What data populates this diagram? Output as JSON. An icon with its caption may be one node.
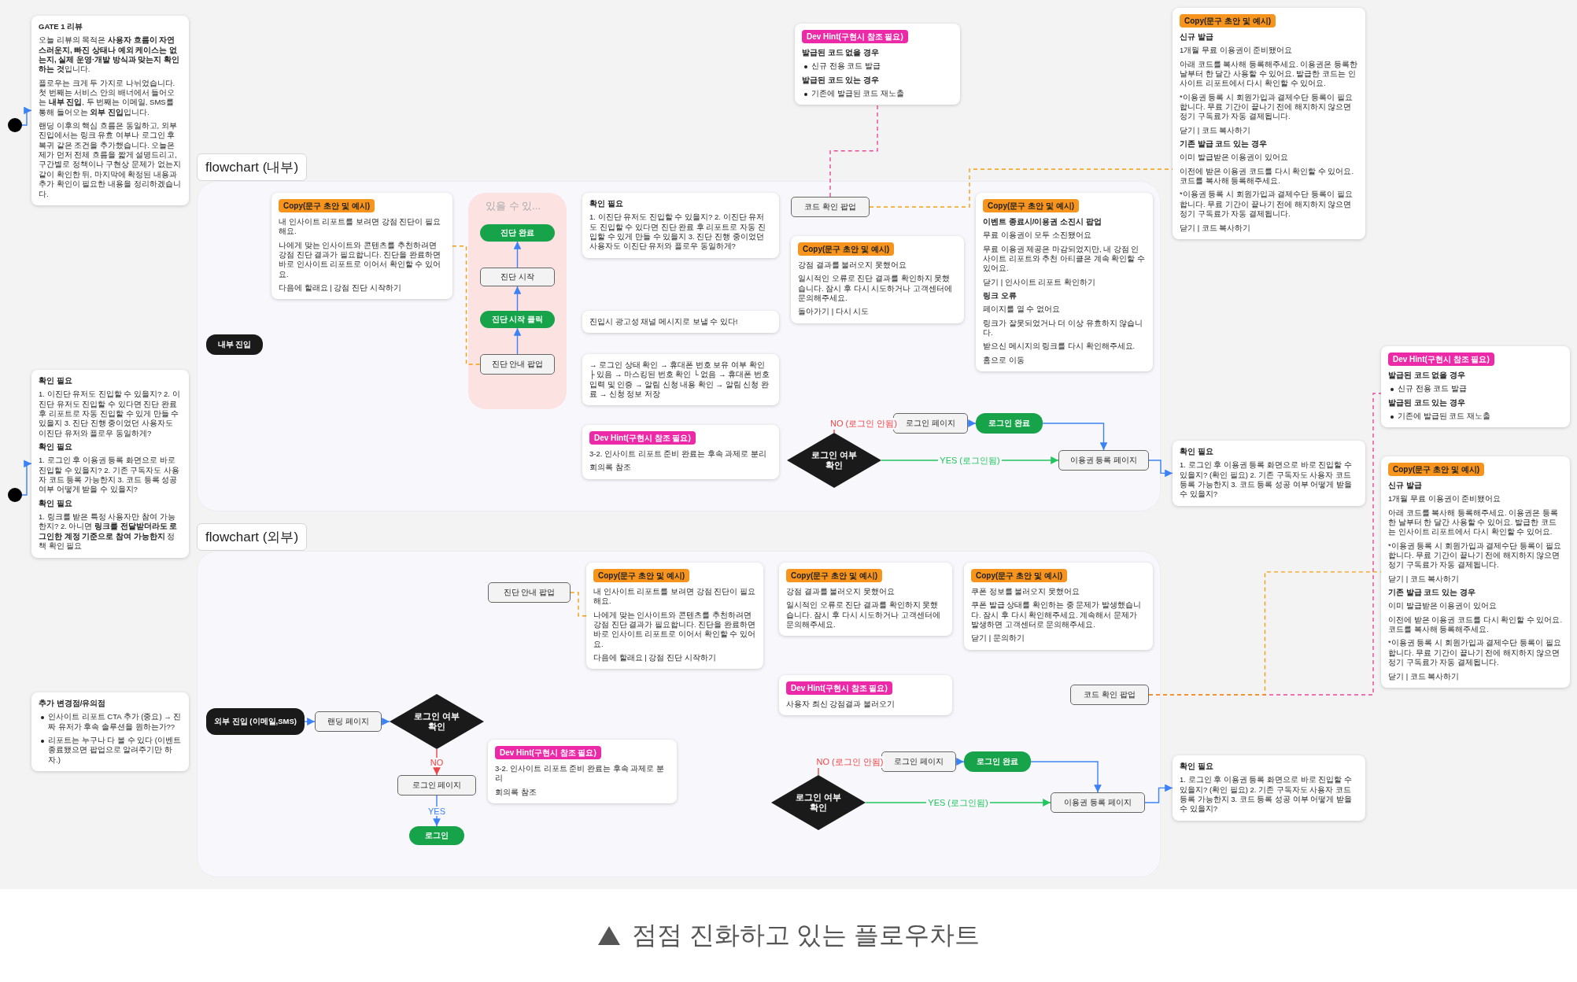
{
  "diagram": {
    "caption": "점점 진화하고 있는 플로우차트",
    "nodes": [
      {
        "text": [
          "GATE 1 리뷰",
          "오늘 리뷰의 목적은 **사용자 흐름이 자연스러운지, 빠진 상태나 예외 케이스는 없는지, 실제 운영·개발 방식과 맞는지 확인하는 것**입니다.",
          "플로우는 크게 두 가지로 나뉘었습니다. 첫 번째는 서비스 안의 배너에서 들어오는 **내부 진입**, 두 번째는 이메일, SMS를 통해 들어오는 **외부 진입**입니다.",
          "랜딩 이후의 핵심 흐름은 동일하고, 외부 진입에서는 링크 유효 여부나 로그인 후 복귀 같은 조건을 추가했습니다. 오늘은 제가 먼저 전체 흐름을 짧게 설명드리고, 구간별로 정책이나 구현상 문제가 없는지 같이 확인한 뒤, 마지막에 확정된 내용과 추가 확인이 필요한 내용을 정리하겠습니다."
        ]
      },
      {
        "text": [],
        "shape": "circle"
      },
      {
        "text": [
          "flowchart (내부)"
        ]
      },
      {
        "text": [
          "있을 수 있..."
        ],
        "in": 2
      },
      {
        "text": [
          "진단 완료"
        ],
        "in": 3
      },
      {
        "text": [
          "진단 시작"
        ],
        "in": 3
      },
      {
        "text": [
          "진단 시작 클릭"
        ],
        "in": 3
      },
      {
        "text": [
          "진단 안내 팝업"
        ],
        "in": 3
      },
      {
        "text": [
          "내부 진입"
        ],
        "in": 2
      },
      {
        "text": [
          "Copy(문구 초안 및 예시)",
          "내 인사이트 리포트를 보려면 강점 진단이 필요해요.",
          "나에게 맞는 인사이트와 콘텐츠를 추천하려면 강점 진단 결과가 필요합니다. 진단을 완료하면 바로 인사이트 리포트로 이어서 확인할 수 있어요.",
          "다음에 할래요 | 강점 진단 시작하기"
        ],
        "in": 2
      },
      {
        "text": [
          "확인 필요",
          "1. 이진단 유저도 진입할 수 있을지? 2. 이진단 유저도 진입할 수 있다면 진단 완료 후 리포트로 자동 진입할 수 있게 만들 수 있을지 3. 진단 진행 중이었던 사용자도 이진단 유저와 플로우 동일하게?"
        ],
        "in": 2
      },
      {
        "text": [
          "진입시 광고성 채널 메시지로 보낼 수 있다!"
        ],
        "in": 2
      },
      {
        "text": [
          "→ 로그인 상태 확인 → 휴대폰 번호 보유 여부 확인 ├ 있음 → 마스킹된 번호 확인 └ 없음 → 휴대폰 번호 입력 및 인증 → 알림 신청 내용 확인 → 알림 신청 완료 → 신청 정보 저장"
        ],
        "in": 2
      },
      {
        "text": [
          "Dev Hint(구현시 참조 필요)",
          "3-2. 인사이트 리포트 준비 완료는 후속 과제로 분리",
          "회의록 참조"
        ],
        "in": 2
      },
      {
        "text": [
          "Copy(문구 초안 및 예시)",
          "강점 결과를 불러오지 못했어요",
          "일시적인 오류로 진단 결과를 확인하지 못했습니다. 잠시 후 다시 시도하거나 고객센터에 문의해주세요.",
          "돌아가기 | 다시 시도"
        ],
        "in": 2
      },
      {
        "text": [
          "Copy(문구 초안 및 예시)",
          "이벤트 종료시/이용권 소진시 팝업",
          "무료 이용권이 모두 소진됐어요",
          "무료 이용권 제공은 마감되었지만, 내 강점 인사이트 리포트와 추천 아티클은 계속 확인할 수 있어요.",
          "닫기 | 인사이트 리포트 확인하기",
          "링크 오류",
          "페이지를 열 수 없어요",
          "링크가 잘못되었거나 더 이상 유효하지 않습니다.",
          "받으신 메시지의 링크를 다시 확인해주세요.",
          "홈으로 이동"
        ],
        "in": 2
      },
      {
        "text": [
          "코드 확인 팝업"
        ],
        "in": 2
      },
      {
        "text": [
          "Dev Hint(구현시 참조 필요)",
          "발급된 코드 없을 경우",
          "신규 전용 코드 발급",
          "발급된 코드 있는 경우",
          "기존에 발급된 코드 재노출"
        ]
      },
      {
        "text": [
          "Copy(문구 초안 및 예시)",
          "신규 발급",
          "1개월 무료 이용권이 준비됐어요",
          "아래 코드를 복사해 등록해주세요. 이용권은 등록한 날부터 한 달간 사용할 수 있어요. 발급한 코드는 인사이트 리포트에서 다시 확인할 수 있어요.",
          "*이용권 등록 시 회원가입과 결제수단 등록이 필요합니다. 무료 기간이 끝나기 전에 해지하지 않으면 정기 구독료가 자동 결제됩니다.",
          "닫기 | 코드 복사하기",
          "기존 발급 코드 있는 경우",
          "이미 발급받은 이용권이 있어요",
          "이전에 받은 이용권 코드를 다시 확인할 수 있어요. 코드를 복사해 등록해주세요.",
          "*이용권 등록 시 회원가입과 결제수단 등록이 필요합니다. 무료 기간이 끝나기 전에 해지하지 않으면 정기 구독료가 자동 결제됩니다.",
          "닫기 | 코드 복사하기"
        ]
      },
      {
        "text": [
          "로그인 여부 확인"
        ],
        "in": 2
      },
      {
        "text": [
          "로그인 페이지"
        ],
        "in": 2
      },
      {
        "text": [
          "로그인 완료"
        ],
        "in": 2
      },
      {
        "text": [
          "이용권 등록 페이지"
        ],
        "in": 2
      },
      {
        "text": [
          "확인 필요",
          "1. 로그인 후 이용권 등록 화면으로 바로 진입할 수 있을지? (확인 필요) 2. 기존 구독자도 사용자 코드 등록 가능한지 3. 코드 등록 성공 여부 어떻게 받을 수 있을지?"
        ]
      },
      {
        "text": [
          "flowchart (외부)"
        ]
      },
      {
        "text": [
          "외부 진입 (이메일,SMS)"
        ],
        "in": 24
      },
      {
        "text": [
          "랜딩 페이지"
        ],
        "in": 24
      },
      {
        "text": [
          "로그인 여부 확인"
        ],
        "in": 24
      },
      {
        "text": [
          "로그인 페이지"
        ],
        "in": 24
      },
      {
        "text": [
          "로그인"
        ],
        "in": 24
      },
      {
        "text": [
          "진단 안내 팝업"
        ],
        "in": 24
      },
      {
        "text": [
          "Dev Hint(구현시 참조 필요)",
          "3-2. 인사이트 리포트 준비 완료는 후속 과제로 분리",
          "회의록 참조"
        ],
        "in": 24
      },
      {
        "text": [
          "Copy(문구 초안 및 예시)",
          "내 인사이트 리포트를 보려면 강점 진단이 필요해요.",
          "나에게 맞는 인사이트와 콘텐츠를 추천하려면 강점 진단 결과가 필요합니다. 진단을 완료하면 바로 인사이트 리포트로 이어서 확인할 수 있어요.",
          "다음에 할래요 | 강점 진단 시작하기"
        ],
        "in": 24
      },
      {
        "text": [
          "Copy(문구 초안 및 예시)",
          "강점 결과를 불러오지 못했어요",
          "일시적인 오류로 진단 결과를 확인하지 못했습니다. 잠시 후 다시 시도하거나 고객센터에 문의해주세요."
        ],
        "in": 24
      },
      {
        "text": [
          "Dev Hint(구현시 참조 필요)",
          "사용자 최신 강점결과 불러오기"
        ],
        "in": 24
      },
      {
        "text": [
          "Copy(문구 초안 및 예시)",
          "쿠폰 정보를 불러오지 못했어요",
          "쿠폰 발급 상태를 확인하는 중 문제가 발생했습니다. 잠시 후 다시 확인해주세요. 계속해서 문제가 발생하면 고객센터로 문의해주세요.",
          "닫기 | 문의하기"
        ],
        "in": 24
      },
      {
        "text": [
          "코드 확인 팝업"
        ],
        "in": 24
      },
      {
        "text": [
          "Dev Hint(구현시 참조 필요)",
          "발급된 코드 없을 경우",
          "신규 전용 코드 발급",
          "발급된 코드 있는 경우",
          "기존에 발급된 코드 재노출"
        ]
      },
      {
        "text": [
          "Copy(문구 초안 및 예시)",
          "신규 발급",
          "1개월 무료 이용권이 준비됐어요",
          "아래 코드를 복사해 등록해주세요. 이용권은 등록한 날부터 한 달간 사용할 수 있어요. 발급한 코드는 인사이트 리포트에서 다시 확인할 수 있어요.",
          "*이용권 등록 시 회원가입과 결제수단 등록이 필요합니다. 무료 기간이 끝나기 전에 해지하지 않으면 정기 구독료가 자동 결제됩니다.",
          "닫기 | 코드 복사하기",
          "기존 발급 코드 있는 경우",
          "이미 발급받은 이용권이 있어요",
          "이전에 받은 이용권 코드를 다시 확인할 수 있어요. 코드를 복사해 등록해주세요.",
          "*이용권 등록 시 회원가입과 결제수단 등록이 필요합니다. 무료 기간이 끝나기 전에 해지하지 않으면 정기 구독료가 자동 결제됩니다.",
          "닫기 | 코드 복사하기"
        ]
      },
      {
        "text": [
          "로그인 여부 확인"
        ],
        "in": 24
      },
      {
        "text": [
          "로그인 페이지"
        ],
        "in": 24
      },
      {
        "text": [
          "로그인 완료"
        ],
        "in": 24
      },
      {
        "text": [
          "이용권 등록 페이지"
        ],
        "in": 24
      },
      {
        "text": [
          "확인 필요",
          "1. 로그인 후 이용권 등록 화면으로 바로 진입할 수 있을지? (확인 필요) 2. 기존 구독자도 사용자 코드 등록 가능한지 3. 코드 등록 성공 여부 어떻게 받을 수 있을지?"
        ]
      },
      {
        "text": [],
        "shape": "circle"
      },
      {
        "text": [
          "확인 필요",
          "1. 이진단 유저도 진입할 수 있을지? 2. 이진단 유저도 진입할 수 있다면 진단 완료 후 리포트로 자동 진입할 수 있게 만들 수 있을지 3. 진단 진행 중이었던 사용자도 이진단 유저와 플로우 동일하게?",
          "확인 필요",
          "1. 로그인 후 이용권 등록 화면으로 바로 진입할 수 있을지? 2. 기존 구독자도 사용자 코드 등록 가능한지 3. 코드 등록 성공 여부 어떻게 받을 수 있을지?",
          "확인 필요",
          "1. 링크를 받은 특정 사용자만 참여 가능한지? 2. 아니면 **링크를 전달받더라도 로그인한 계정 기준으로 참여 가능한지** 정책 확인 필요"
        ]
      },
      {
        "text": [
          "추가 변경점/유의점",
          "인사이트 리포트 CTA 추가 (중요) → 진짜 유저가 후속 솔루션을 원하는가??",
          "리포트는 누구나 다 볼 수 있다 (이벤트 종료됐으면 팝업으로 알려주기만 하자.)"
        ]
      }
    ],
    "edges": [
      {
        "from": 1,
        "to": 0,
        "arrow": "to"
      },
      {
        "from": 7,
        "to": 6,
        "arrow": "to"
      },
      {
        "from": 6,
        "to": 5,
        "arrow": "to"
      },
      {
        "from": 5,
        "to": 4,
        "arrow": "to"
      },
      {
        "from": 9,
        "to": 7,
        "arrow": "none",
        "style": "dashed",
        "color": "#f59e0b"
      },
      {
        "from": 16,
        "to": 17,
        "arrow": "none",
        "style": "dashed",
        "color": "#ec4899"
      },
      {
        "from": 16,
        "to": 18,
        "arrow": "none",
        "style": "dashed",
        "color": "#f59e0b"
      },
      {
        "from": 19,
        "to": 20,
        "arrow": "to",
        "label": "NO (로그인 안됨)",
        "color": "#ef4444"
      },
      {
        "from": 20,
        "to": 21,
        "arrow": "to"
      },
      {
        "from": 21,
        "to": 22,
        "arrow": "to"
      },
      {
        "from": 19,
        "to": 22,
        "arrow": "to",
        "label": "YES (로그인됨)",
        "color": "#22c55e"
      },
      {
        "from": 22,
        "to": 23,
        "arrow": "to"
      },
      {
        "from": 25,
        "to": 26,
        "arrow": "to"
      },
      {
        "from": 26,
        "to": 27,
        "arrow": "to"
      },
      {
        "from": 27,
        "to": 28,
        "arrow": "to",
        "label": "NO",
        "color": "#ef4444"
      },
      {
        "from": 28,
        "to": 29,
        "arrow": "to",
        "label": "YES"
      },
      {
        "from": 32,
        "to": 30,
        "arrow": "none",
        "style": "dashed",
        "color": "#f59e0b"
      },
      {
        "from": 36,
        "to": 37,
        "arrow": "none",
        "style": "dashed",
        "color": "#ec4899"
      },
      {
        "from": 36,
        "to": 38,
        "arrow": "none",
        "style": "dashed",
        "color": "#f59e0b"
      },
      {
        "from": 39,
        "to": 40,
        "arrow": "to",
        "label": "NO (로그인 안됨)",
        "color": "#ef4444"
      },
      {
        "from": 40,
        "to": 41,
        "arrow": "to"
      },
      {
        "from": 41,
        "to": 42,
        "arrow": "to"
      },
      {
        "from": 39,
        "to": 42,
        "arrow": "to",
        "label": "YES (로그인됨)",
        "color": "#22c55e"
      },
      {
        "from": 42,
        "to": 43,
        "arrow": "to"
      },
      {
        "from": 44,
        "to": 45,
        "arrow": "to"
      }
    ]
  }
}
